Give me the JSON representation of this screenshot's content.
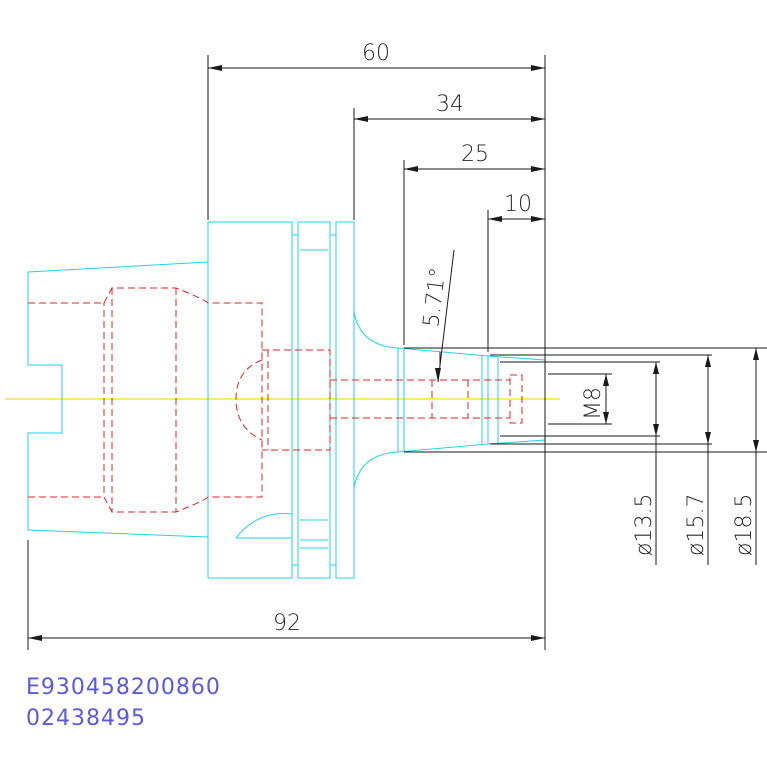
{
  "dimensions": {
    "overall_length": "92",
    "length_60": "60",
    "length_34": "34",
    "length_25": "25",
    "length_10": "10",
    "taper_angle": "5.71°",
    "thread": "M8",
    "dia_1": "ø13.5",
    "dia_2": "ø15.7",
    "dia_3": "ø18.5"
  },
  "part_numbers": {
    "code": "E930458200860",
    "number": "02438495"
  },
  "colors": {
    "outline": "#22d3e6",
    "hidden": "#e02424",
    "dimension": "#1a1a1a",
    "centerline": "#e8d400",
    "part_text": "#5a5ae0"
  }
}
